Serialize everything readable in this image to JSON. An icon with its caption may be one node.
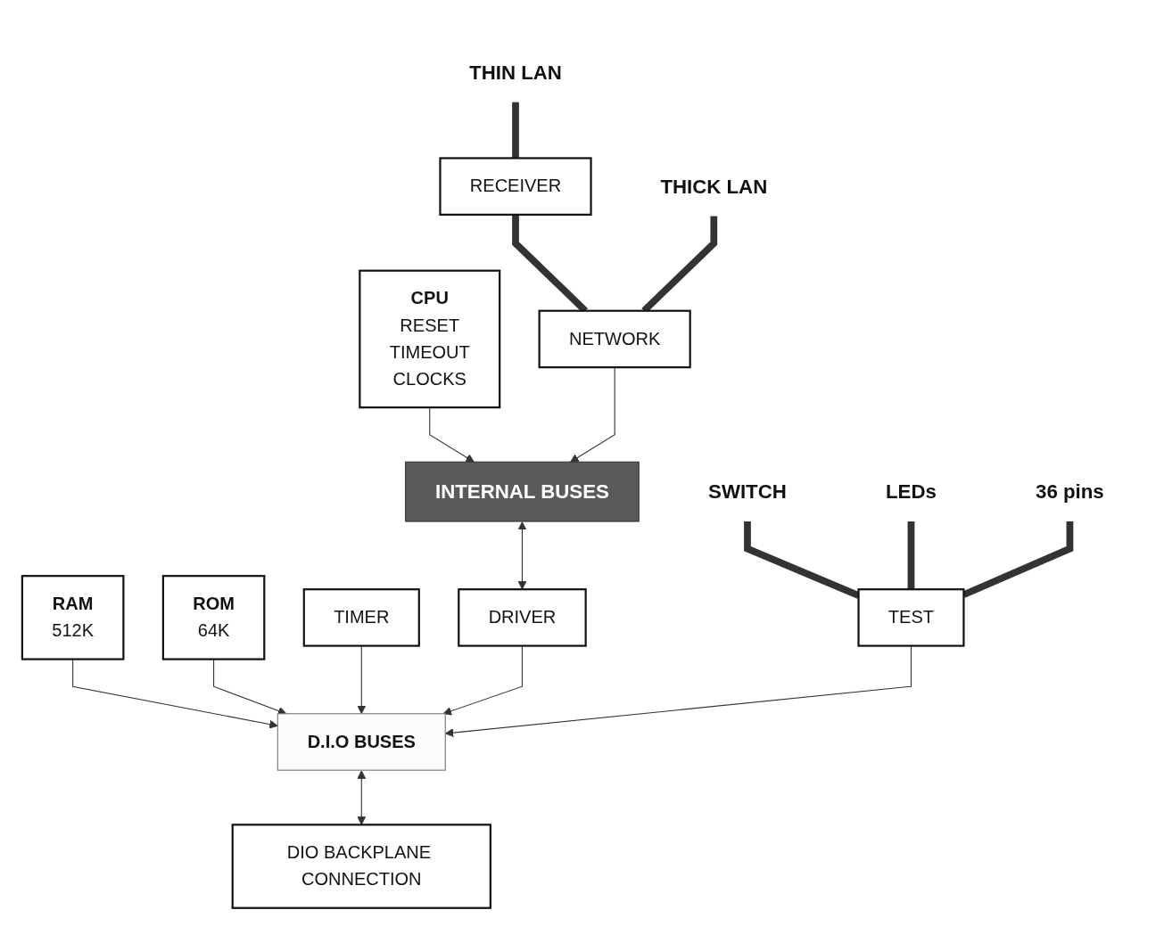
{
  "diagram": {
    "nodes": [
      {
        "text": [
          "THIN LAN"
        ]
      },
      {
        "text": [
          "THICK LAN"
        ]
      },
      {
        "text": [
          "CPU",
          "RESET",
          "TIMEOUT",
          "CLOCKS"
        ]
      },
      {
        "text": [
          "RECEIVER"
        ]
      },
      {
        "text": [
          "NETWORK"
        ]
      },
      {
        "text": [
          "INTERNAL BUSES"
        ]
      },
      {
        "text": [
          "SWITCH"
        ]
      },
      {
        "text": [
          "LEDs"
        ]
      },
      {
        "text": [
          "36 pins"
        ]
      },
      {
        "text": [
          "RAM",
          "512K"
        ]
      },
      {
        "text": [
          "ROM",
          "64K"
        ]
      },
      {
        "text": [
          "TIMER"
        ]
      },
      {
        "text": [
          "DRIVER"
        ]
      },
      {
        "text": [
          "TEST"
        ]
      },
      {
        "text": [
          "D.I.O BUSES"
        ]
      },
      {
        "text": [
          "DIO BACKPLANE CONNECTION"
        ]
      }
    ],
    "edges": [
      {
        "from": 0,
        "to": 3,
        "arrow": "none",
        "style": "thick"
      },
      {
        "from": 3,
        "to": 4,
        "arrow": "none",
        "style": "thick"
      },
      {
        "from": 1,
        "to": 4,
        "arrow": "none",
        "style": "thick"
      },
      {
        "from": 2,
        "to": 5,
        "arrow": "to"
      },
      {
        "from": 4,
        "to": 5,
        "arrow": "to"
      },
      {
        "from": 5,
        "to": 12,
        "arrow": "both"
      },
      {
        "from": 6,
        "to": 13,
        "arrow": "none",
        "style": "thick"
      },
      {
        "from": 7,
        "to": 13,
        "arrow": "none",
        "style": "thick"
      },
      {
        "from": 8,
        "to": 13,
        "arrow": "none",
        "style": "thick"
      },
      {
        "from": 9,
        "to": 14,
        "arrow": "to"
      },
      {
        "from": 10,
        "to": 14,
        "arrow": "to"
      },
      {
        "from": 11,
        "to": 14,
        "arrow": "to"
      },
      {
        "from": 12,
        "to": 14,
        "arrow": "to"
      },
      {
        "from": 13,
        "to": 14,
        "arrow": "to"
      },
      {
        "from": 14,
        "to": 15,
        "arrow": "both"
      }
    ]
  }
}
